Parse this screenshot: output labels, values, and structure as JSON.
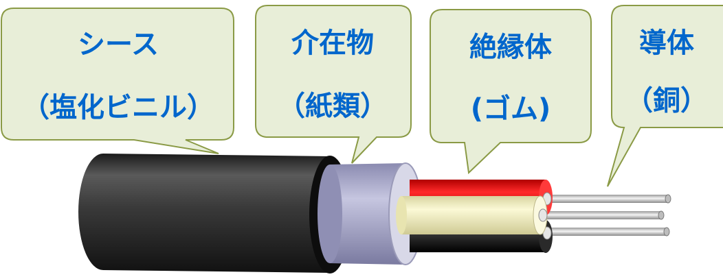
{
  "callouts": [
    {
      "id": "sheath",
      "line1": "シース",
      "line2": "（塩化ビニル）"
    },
    {
      "id": "filler",
      "line1": "介在物",
      "line2": "（紙類）"
    },
    {
      "id": "insulator",
      "line1": "絶縁体",
      "line2": "(ゴム)"
    },
    {
      "id": "conductor",
      "line1": "導体",
      "line2": "（銅）"
    }
  ],
  "colors": {
    "callout_fill": "#e8eed8",
    "callout_stroke": "#8a9a45",
    "label_text": "#0066cc",
    "sheath": "#3a3a3a",
    "filler": "#b8b8d4",
    "insulator_red": "#e01010",
    "insulator_cream": "#f3f0c0",
    "insulator_black": "#151515",
    "conductor_copper": "#d0d0d0"
  }
}
